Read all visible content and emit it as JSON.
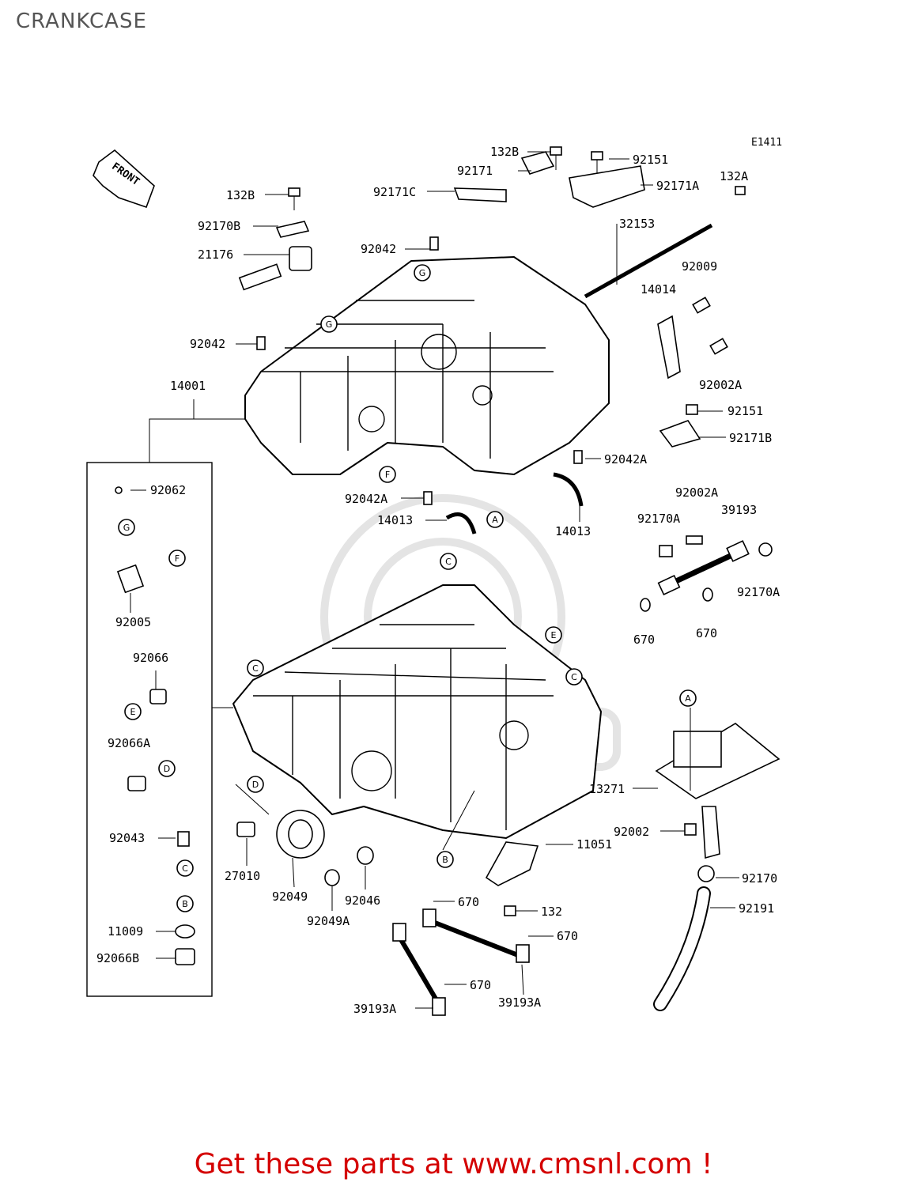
{
  "page_title": "CRANKCASE",
  "diagram_code": "E1411",
  "front_label": "FRONT",
  "footer_text": "Get these parts at www.cmsnl.com !",
  "callouts": [
    "A",
    "B",
    "C",
    "D",
    "E",
    "F",
    "G"
  ],
  "parts": [
    "132B",
    "92171",
    "92151",
    "92171C",
    "92171A",
    "132A",
    "32153",
    "132B",
    "92170B",
    "21176",
    "92042",
    "92009",
    "14014",
    "92042",
    "92002A",
    "14001",
    "92151",
    "92171B",
    "92042A",
    "92062",
    "92042A",
    "14013",
    "14013",
    "92002A",
    "39193",
    "92170A",
    "92170A",
    "92005",
    "670",
    "670",
    "92066",
    "92066A",
    "13271",
    "92002",
    "11051",
    "92043",
    "27010",
    "92049",
    "92046",
    "92049A",
    "670",
    "132",
    "92170",
    "92191",
    "11009",
    "670",
    "92066B",
    "670",
    "39193A",
    "39193A"
  ]
}
